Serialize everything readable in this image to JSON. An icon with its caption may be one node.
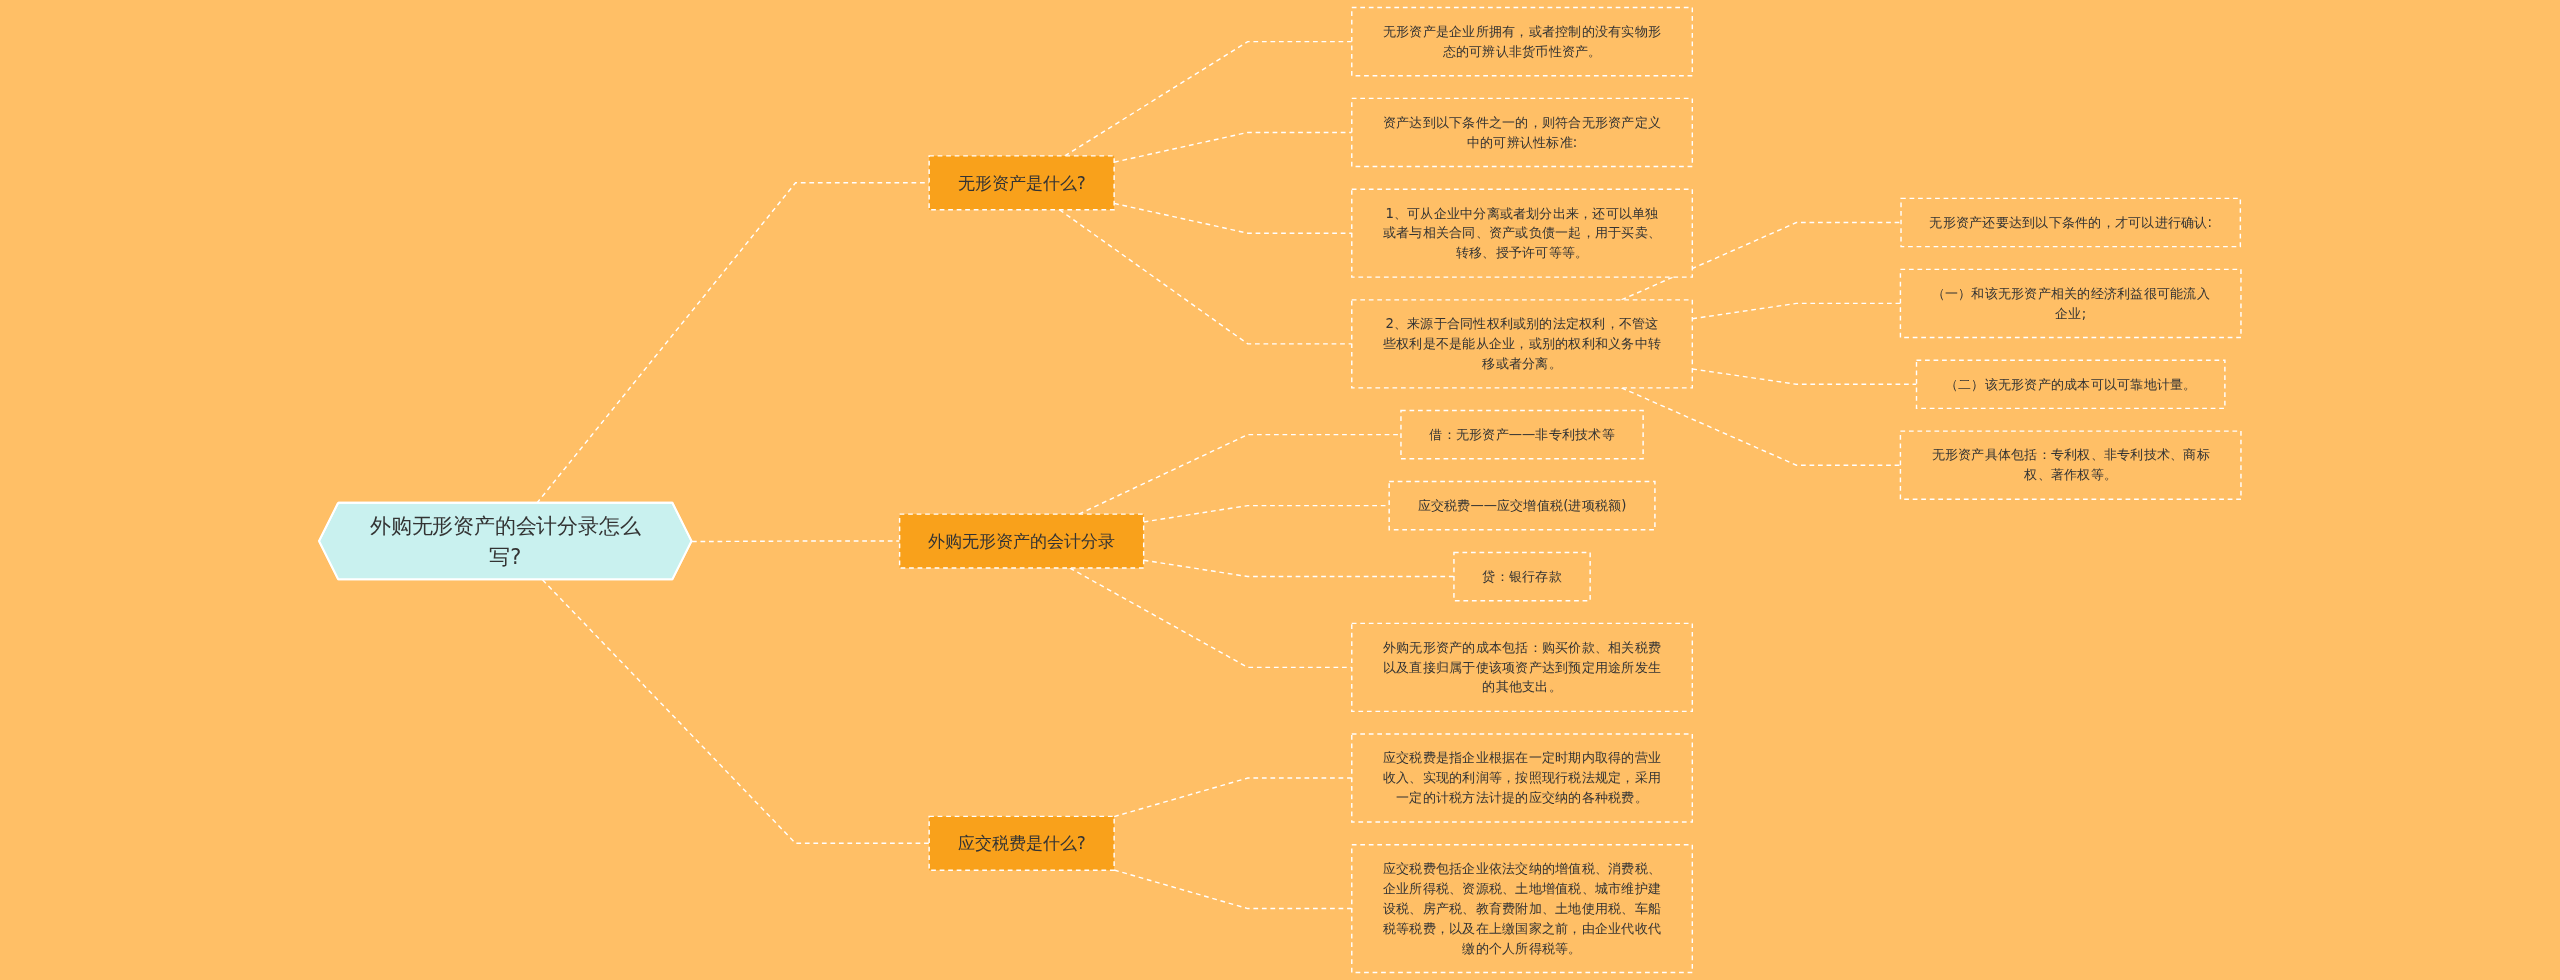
{
  "diagram": {
    "nodes": [
      {
        "text": [
          "外购无形资产的会计分录怎么写?"
        ]
      },
      {
        "text": [
          "无形资产是什么?"
        ]
      },
      {
        "text": [
          "无形资产是企业所拥有，或者控制的没有实物形态的可辨认非货币性资产。"
        ]
      },
      {
        "text": [
          "资产达到以下条件之一的，则符合无形资产定义中的可辨认性标准:"
        ]
      },
      {
        "text": [
          "1、可从企业中分离或者划分出来，还可以单独或者与相关合同、资产或负债一起，用于买卖、转移、授予许可等等。"
        ]
      },
      {
        "text": [
          "2、来源于合同性权利或别的法定权利，不管这些权利是不是能从企业，或别的权利和义务中转移或者分离。"
        ]
      },
      {
        "text": [
          "无形资产还要达到以下条件的，才可以进行确认:"
        ]
      },
      {
        "text": [
          "（一）和该无形资产相关的经济利益很可能流入企业;"
        ]
      },
      {
        "text": [
          "（二）该无形资产的成本可以可靠地计量。"
        ]
      },
      {
        "text": [
          "无形资产具体包括：专利权、非专利技术、商标权、著作权等。"
        ]
      },
      {
        "text": [
          "外购无形资产的会计分录"
        ]
      },
      {
        "text": [
          "借：无形资产——非专利技术等"
        ]
      },
      {
        "text": [
          "应交税费——应交增值税(进项税额)"
        ]
      },
      {
        "text": [
          "贷：银行存款"
        ]
      },
      {
        "text": [
          "外购无形资产的成本包括：购买价款、相关税费以及直接归属于使该项资产达到预定用途所发生的其他支出。"
        ]
      },
      {
        "text": [
          "应交税费是什么?"
        ]
      },
      {
        "text": [
          "应交税费是指企业根据在一定时期内取得的营业收入、实现的利润等，按照现行税法规定，采用一定的计税方法计提的应交纳的各种税费。"
        ]
      },
      {
        "text": [
          "应交税费包括企业依法交纳的增值税、消费税、企业所得税、资源税、土地增值税、城市维护建设税、房产税、教育费附加、土地使用税、车船税等税费，以及在上缴国家之前，由企业代收代缴的个人所得税等。"
        ]
      }
    ],
    "edges": [
      {
        "from": 0,
        "to": 1,
        "arrow": "none",
        "style": "dashed"
      },
      {
        "from": 1,
        "to": 2,
        "arrow": "none",
        "style": "dashed"
      },
      {
        "from": 1,
        "to": 3,
        "arrow": "none",
        "style": "dashed"
      },
      {
        "from": 1,
        "to": 4,
        "arrow": "none",
        "style": "dashed"
      },
      {
        "from": 1,
        "to": 5,
        "arrow": "none",
        "style": "dashed"
      },
      {
        "from": 5,
        "to": 6,
        "arrow": "none",
        "style": "dashed"
      },
      {
        "from": 5,
        "to": 7,
        "arrow": "none",
        "style": "dashed"
      },
      {
        "from": 5,
        "to": 8,
        "arrow": "none",
        "style": "dashed"
      },
      {
        "from": 5,
        "to": 9,
        "arrow": "none",
        "style": "dashed"
      },
      {
        "from": 0,
        "to": 10,
        "arrow": "none",
        "style": "dashed"
      },
      {
        "from": 10,
        "to": 11,
        "arrow": "none",
        "style": "dashed"
      },
      {
        "from": 10,
        "to": 12,
        "arrow": "none",
        "style": "dashed"
      },
      {
        "from": 10,
        "to": 13,
        "arrow": "none",
        "style": "dashed"
      },
      {
        "from": 10,
        "to": 14,
        "arrow": "none",
        "style": "dashed"
      },
      {
        "from": 0,
        "to": 15,
        "arrow": "none",
        "style": "dashed"
      },
      {
        "from": 15,
        "to": 16,
        "arrow": "none",
        "style": "dashed"
      },
      {
        "from": 15,
        "to": 17,
        "arrow": "none",
        "style": "dashed"
      }
    ]
  }
}
